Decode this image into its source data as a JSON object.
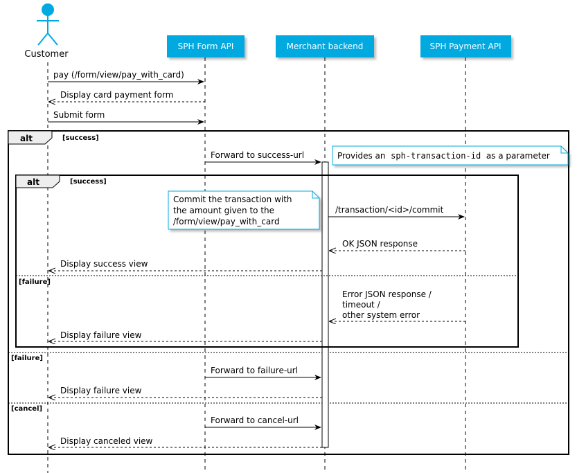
{
  "participants": {
    "customer": "Customer",
    "form_api": "SPH Form API",
    "merchant": "Merchant backend",
    "payment_api": "SPH Payment API"
  },
  "colors": {
    "participant_fill": "#00A9E0",
    "frame_header_fill": "#EEEEEE",
    "note_border": "#00A9E0"
  },
  "messages": {
    "pay": "pay (/form/view/pay_with_card)",
    "display_card_form": "Display card payment form",
    "submit_form": "Submit form",
    "forward_success": "Forward to success-url",
    "transaction_commit": "/transaction/<id>/commit",
    "ok_json": "OK JSON response",
    "display_success": "Display success view",
    "error_line1": "Error JSON response /",
    "error_line2": "timeout /",
    "error_line3": "other system error",
    "display_failure_inner": "Display failure view",
    "forward_failure": "Forward to failure-url",
    "display_failure_outer": "Display failure view",
    "forward_cancel": "Forward to cancel-url",
    "display_canceled": "Display canceled view"
  },
  "notes": {
    "provides_prefix": "Provides an ",
    "provides_code": "sph-transaction-id",
    "provides_suffix": " as a parameter",
    "commit_line1": "Commit the transaction with",
    "commit_line2": "the amount given to the",
    "commit_line3": "/form/view/pay_with_card"
  },
  "frames": {
    "outer": {
      "keyword": "alt",
      "guard_success": "[success]",
      "guard_failure": "[failure]",
      "guard_cancel": "[cancel]"
    },
    "inner": {
      "keyword": "alt",
      "guard_success": "[success]",
      "guard_failure": "[failure]"
    }
  }
}
